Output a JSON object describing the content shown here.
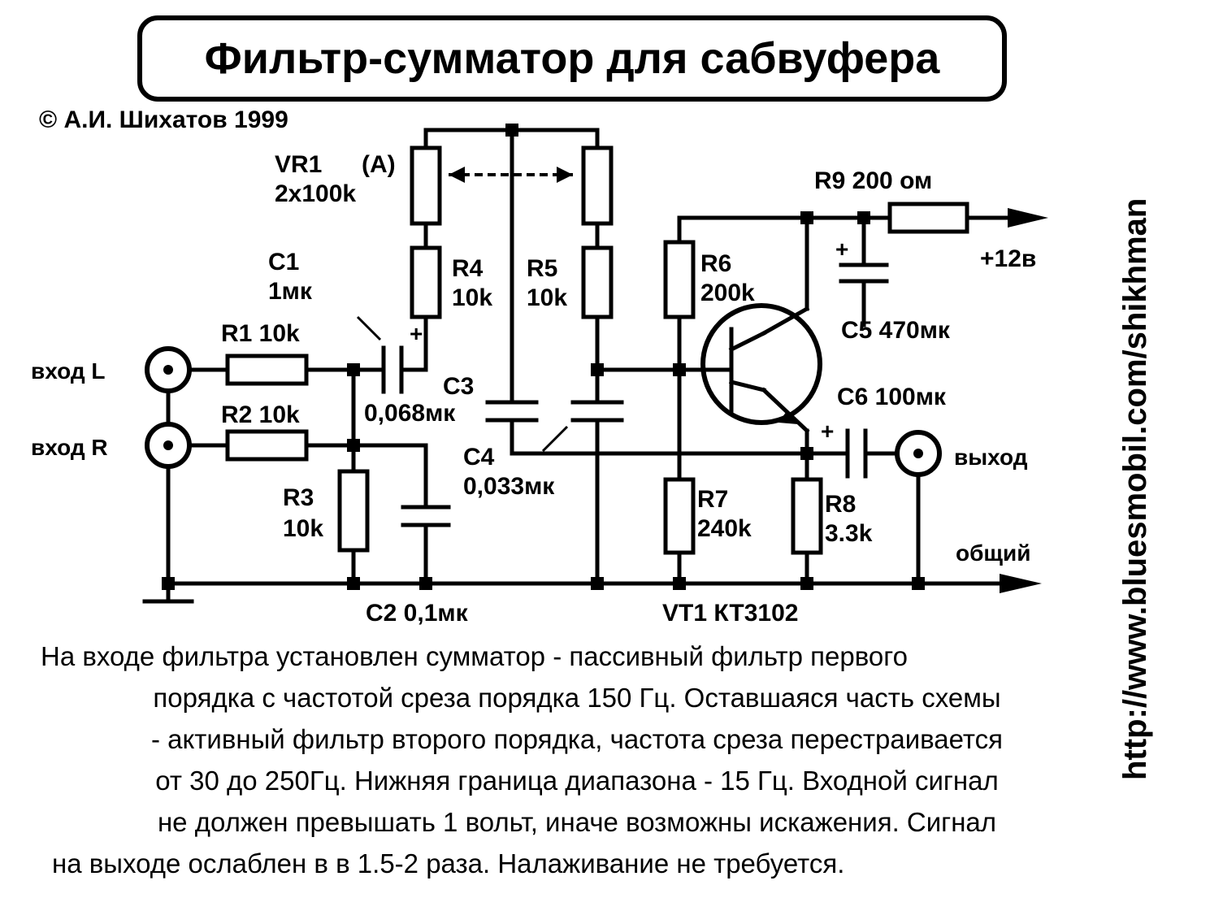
{
  "title": "Фильтр-сумматор для сабвуфера",
  "copyright": "© А.И. Шихатов 1999",
  "side_url": "http://www.bluesmobil.com/shikhman",
  "labels": {
    "vr1": "VR1",
    "vr1_a": "(A)",
    "vr1_value": "2x100k",
    "c1": "C1",
    "c1_value": "1мк",
    "r1": "R1 10k",
    "r2": "R2 10k",
    "r3": "R3",
    "r3_value": "10k",
    "r4": "R4",
    "r4_value": "10k",
    "r5": "R5",
    "r5_value": "10k",
    "r6": "R6",
    "r6_value": "200k",
    "r7": "R7",
    "r7_value": "240k",
    "r8": "R8",
    "r8_value": "3.3k",
    "r9": "R9 200 ом",
    "c3": "C3",
    "c3_value": "0,068мк",
    "c4": "C4",
    "c4_value": "0,033мк",
    "c2": "C2 0,1мк",
    "c5": "C5 470мк",
    "c6": "C6 100мк",
    "vt1": "VT1 КТ3102",
    "input_l": "вход L",
    "input_r": "вход R",
    "output": "выход",
    "common": "общий",
    "supply": "+12в",
    "plus": "+"
  },
  "description": [
    "На входе фильтра установлен сумматор - пассивный фильтр первого",
    "порядка с частотой среза порядка 150 Гц. Оставшаяся часть схемы",
    "- активный фильтр второго порядка,  частота среза  перестраивается",
    "от 30 до 250Гц. Нижняя граница диапазона - 15 Гц.   Входной сигнал",
    "не должен превышать 1 вольт,  иначе возможны искажения.  Сигнал",
    "на выходе ослаблен в в 1.5-2 раза. Налаживание не требуется."
  ]
}
